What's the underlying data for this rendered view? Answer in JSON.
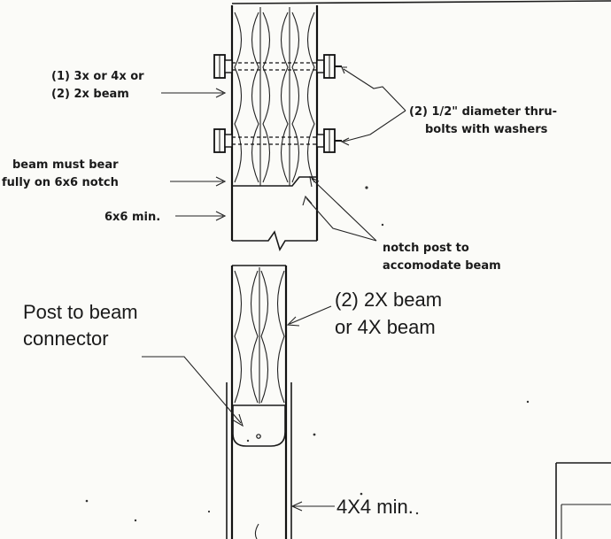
{
  "upper_detail": {
    "beam_label_line1": "(1) 3x or 4x or",
    "beam_label_line2": "(2) 2x beam",
    "bolt_label_line1": "(2) 1/2\" diameter thru-",
    "bolt_label_line2": "bolts with washers",
    "bear_label_line1": "beam must bear",
    "bear_label_line2": "fully on 6x6 notch",
    "post_min_label": "6x6 min.",
    "notch_label_line1": "notch post to",
    "notch_label_line2": "accomodate beam"
  },
  "lower_detail": {
    "connector_label_line1": "Post to beam",
    "connector_label_line2": "connector",
    "beam_label_line1": "(2) 2X beam",
    "beam_label_line2": "or 4X beam",
    "post_min_label": "4X4 min."
  }
}
